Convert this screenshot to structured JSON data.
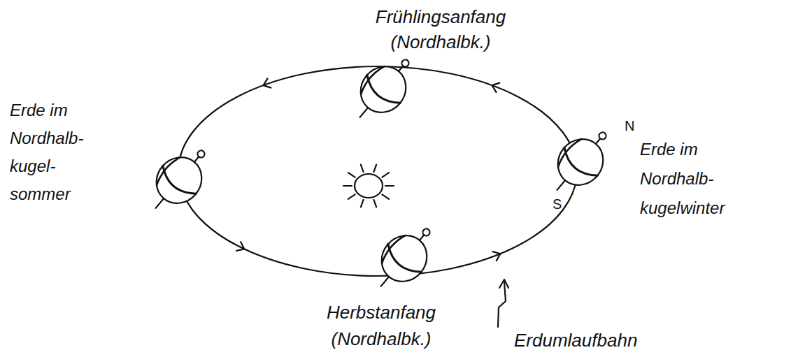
{
  "diagram": {
    "labels": [
      "Frühlingsanfang (Nordhalbk.)",
      "Erde im Nordhalb- kugel- sommer",
      "Erde im Nordhalb- kugelwinter",
      "N",
      "S",
      "Herbstanfang (Nordhalbk.)",
      "Erdumlaufbahn"
    ]
  }
}
